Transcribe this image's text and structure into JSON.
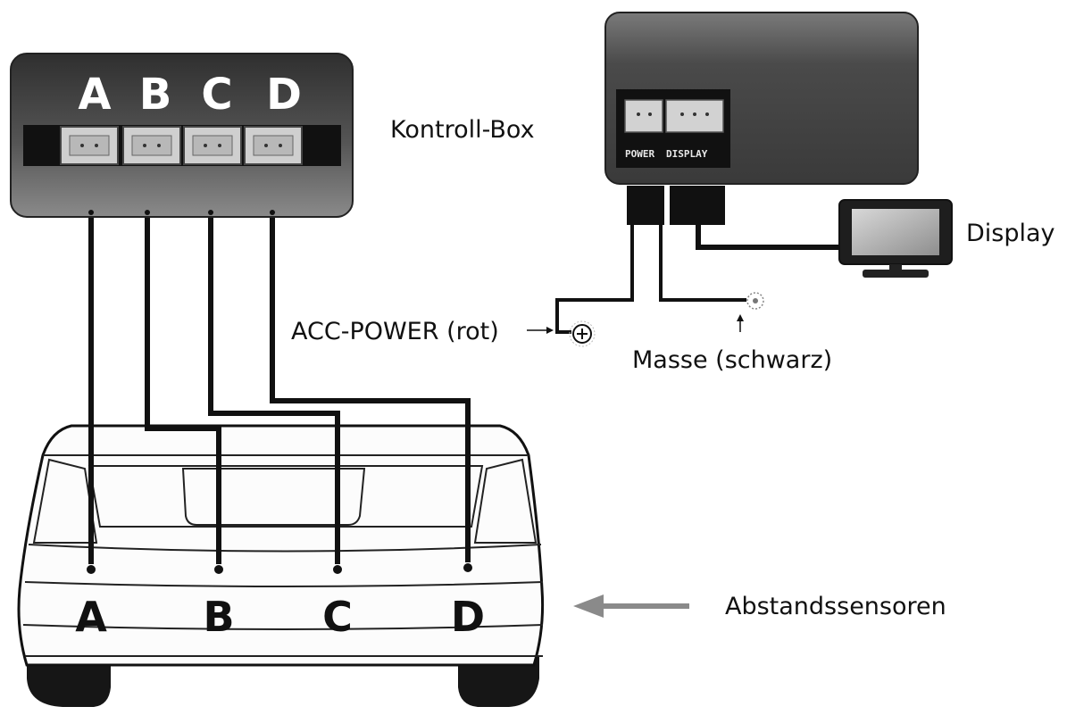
{
  "control_box": {
    "label": "Kontroll-Box",
    "ports": [
      "A",
      "B",
      "C",
      "D"
    ]
  },
  "power_unit": {
    "plate_labels": [
      "POWER",
      "DISPLAY"
    ]
  },
  "display": {
    "label": "Display"
  },
  "power": {
    "acc_label": "ACC-POWER (rot)",
    "ground_label": "Masse (schwarz)"
  },
  "sensors": {
    "label": "Abstandssensoren",
    "letters": [
      "A",
      "B",
      "C",
      "D"
    ]
  },
  "colors": {
    "box_dark": "#3a3a3a",
    "box_light": "#6e6e6e",
    "wire": "#111111",
    "arrow": "#8a8a8a"
  }
}
